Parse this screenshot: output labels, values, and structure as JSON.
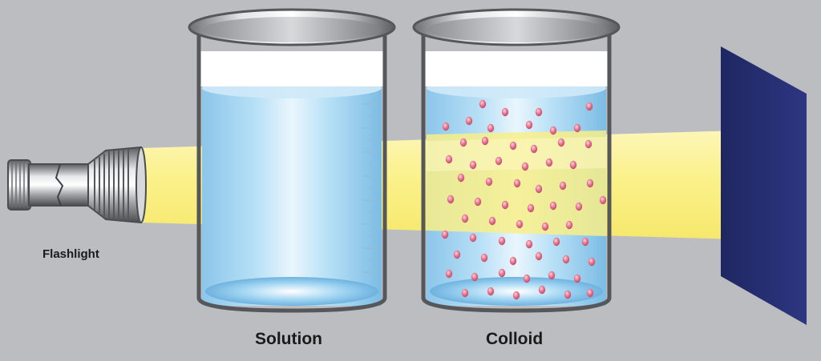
{
  "labels": {
    "flashlight": "Flashlight",
    "solution": "Solution",
    "colloid": "Colloid"
  },
  "colors": {
    "background": "#bcbdc0",
    "beam": "#fbf28a",
    "liquid": "#a9d8f3",
    "particle": "#e0708c",
    "screen": "#27306f"
  }
}
